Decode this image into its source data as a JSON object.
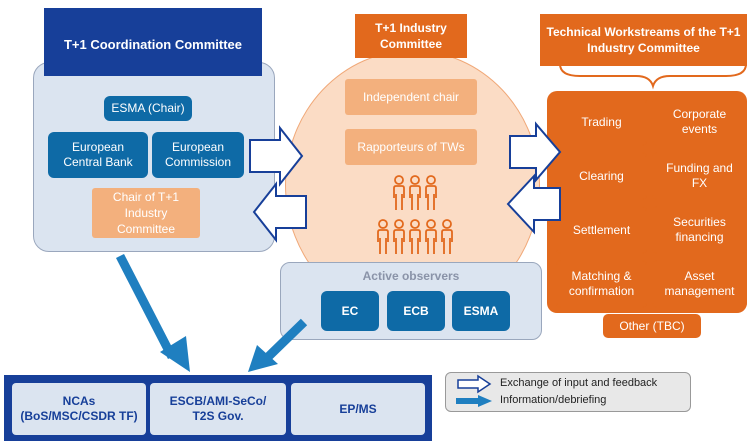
{
  "coordination": {
    "header": "T+1 Coordination Committee",
    "esma_chair": "ESMA (Chair)",
    "ecb": "European Central Bank",
    "ec": "European Commission",
    "chair_t1": "Chair of T+1 Industry Committee"
  },
  "industry": {
    "header": "T+1 Industry Committee",
    "independent_chair": "Independent chair",
    "rapporteurs": "Rapporteurs of TWs",
    "observers_label": "Active observers",
    "observers": [
      "EC",
      "ECB",
      "ESMA"
    ]
  },
  "workstreams": {
    "header": "Technical Workstreams of the T+1 Industry Committee",
    "items": [
      "Trading",
      "Corporate events",
      "Clearing",
      "Funding and FX",
      "Settlement",
      "Securities financing",
      "Matching & confirmation",
      "Asset management"
    ],
    "other": "Other (TBC)"
  },
  "bottom": {
    "ncas": "NCAs (BoS/MSC/CSDR TF)",
    "escb": "ESCB/AMI-SeCo/ T2S Gov.",
    "epms": "EP/MS"
  },
  "legend": {
    "exchange": "Exchange of input and feedback",
    "info": "Information/debriefing"
  },
  "colors": {
    "navy": "#173f99",
    "blue": "#0e6aa6",
    "orange": "#e2691d",
    "peach": "#f3b07d",
    "panel": "#dbe4f0"
  }
}
